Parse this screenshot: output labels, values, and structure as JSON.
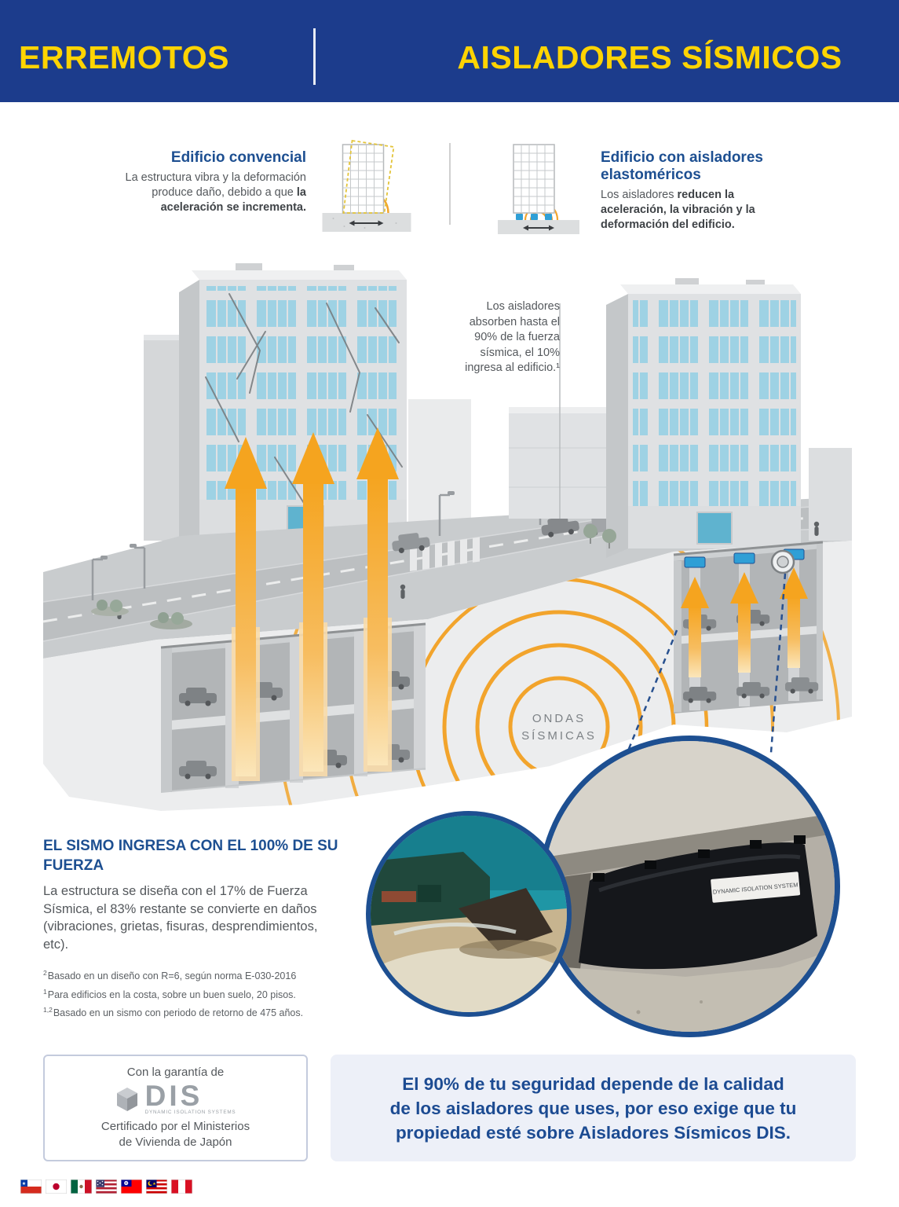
{
  "header": {
    "left_title": "ERREMOTOS",
    "right_title": "AISLADORES SÍSMICOS"
  },
  "comparison": {
    "conventional": {
      "title": "Edificio convencial",
      "body_regular": "La estructura vibra y la deformación produce daño, debido a que ",
      "body_bold": "la aceleración se incrementa."
    },
    "isolated": {
      "title": [
        "Edificio con aisladores",
        "elastoméricos"
      ],
      "body_regular": "Los aisladores ",
      "body_bold": "reducen la aceleración, la vibración y la deformación del edificio."
    }
  },
  "illustration": {
    "callout": [
      "Los aisladores",
      "absorben hasta el",
      "90% de la fuerza",
      "sísmica, el 10%",
      "ingresa al edificio.¹"
    ],
    "waves_label": [
      "ONDAS",
      "SÍSMICAS"
    ],
    "isolator_plate_label": "DYNAMIC ISOLATION SYSTEM"
  },
  "seismo_block": {
    "title": [
      "EL SISMO INGRESA CON EL 100% DE SU",
      "FUERZA"
    ],
    "body": "La estructura se diseña con el 17% de Fuerza Sísmica, el 83% restante se convierte en daños (vibraciones, grietas, fisuras, desprendimientos, etc).",
    "footnotes": [
      {
        "sup": "2",
        "text": "Basado en un diseño con R=6, según norma E-030-2016"
      },
      {
        "sup": "1",
        "text": "Para edificios en la costa, sobre un buen suelo, 20 pisos."
      },
      {
        "sup": "1,2",
        "text": "Basado en un sismo con periodo de retorno de 475 años."
      }
    ]
  },
  "guarantee": {
    "top": "Con la garantía de",
    "logo_text": "DIS",
    "logo_sub": "DYNAMIC ISOLATION SYSTEMS",
    "bottom": [
      "Certificado por el Ministerios",
      "de Vivienda de Japón"
    ]
  },
  "message": {
    "text": [
      "El 90% de tu seguridad depende de la calidad",
      "de los aisladores que uses, por eso exige que tu",
      "propiedad esté sobre Aisladores Sísmicos DIS."
    ]
  },
  "flags": [
    "Chile",
    "Japan",
    "Mexico",
    "USA",
    "Taiwan",
    "Malaysia",
    "Peru"
  ],
  "colors": {
    "header_bg": "#1c3c8c",
    "accent_yellow": "#ffd402",
    "heading_blue": "#1d4f91",
    "arrow_orange": "#f5a41f"
  }
}
